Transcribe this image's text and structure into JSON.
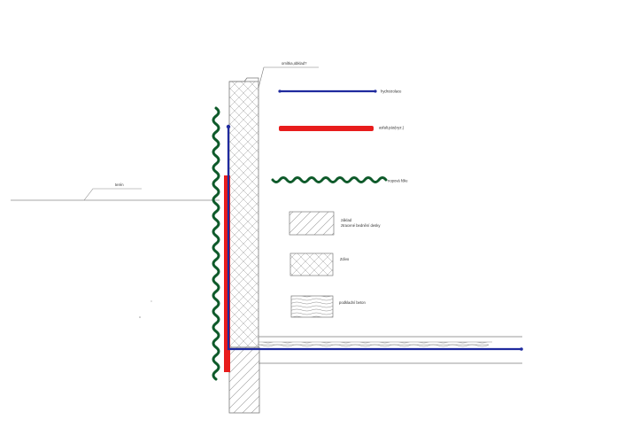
{
  "colors": {
    "hydroizolace": "#1f2a9e",
    "asfaltovy_pas": "#e81c1c",
    "nopova_folie": "#0e5a2a",
    "outline": "#7a7a7a",
    "label_text": "#333333"
  },
  "labels": {
    "wall_top": "omítka,obklad?",
    "terrain": "terén",
    "legend_hydro": "hydroizolace",
    "legend_asfalt": "asfalt.pás(vyz.)",
    "legend_nopova": "nopová fólie",
    "legend_zaklad_line1": "základ",
    "legend_zaklad_line2": "ztracené bednění desky",
    "legend_zdivo": "Zdivo",
    "legend_beton": "podkladní beton"
  },
  "icons": {
    "legend_zaklad": "diagonal-hatch-swatch",
    "legend_zdivo": "cross-hatch-swatch",
    "legend_beton": "scribble-fill-swatch",
    "legend_nopova": "wavy-line-swatch"
  }
}
